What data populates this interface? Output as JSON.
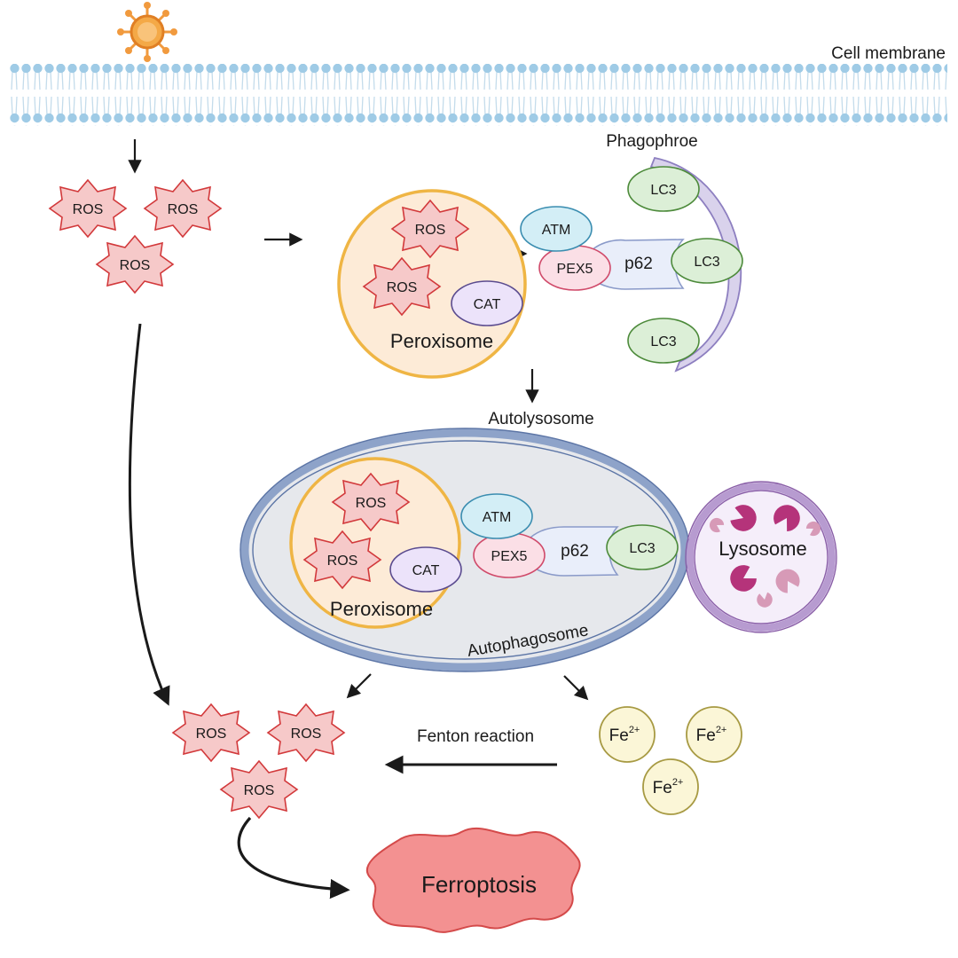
{
  "labels": {
    "cell_membrane": "Cell membrane",
    "phagophore": "Phagophroe",
    "ros": "ROS",
    "peroxisome": "Peroxisome",
    "cat": "CAT",
    "atm": "ATM",
    "pex5": "PEX5",
    "p62": "p62",
    "lc3": "LC3",
    "autolysosome": "Autolysosome",
    "autophagosome": "Autophagosome",
    "lysosome": "Lysosome",
    "fenton_reaction": "Fenton reaction",
    "fe": "Fe",
    "fe_charge": "2+",
    "ferroptosis": "Ferroptosis"
  },
  "colors": {
    "membrane_head": "#9fcbe6",
    "ros_fill": "#f6c9c9",
    "ros_stroke": "#d2393b",
    "peroxisome_fill": "#fdebd7",
    "peroxisome_stroke": "#efb544",
    "cat_fill": "#ece3fa",
    "cat_stroke": "#5a4b8f",
    "atm_fill": "#d3eef6",
    "pex5_fill": "#fbdfe6",
    "p62_fill": "#e9eefa",
    "lc3_fill": "#dcefd7",
    "lc3_stroke": "#4c8a3a",
    "phagophore_fill": "#d9d2ec",
    "autophagosome_fill": "#e6e8ec",
    "autophagosome_stroke": "#7f97c2",
    "lysosome_fill": "#f5eefa",
    "lysosome_stroke": "#8a5fa8",
    "lysosome_enzyme": "#b5337a",
    "fe_fill": "#fbf6d7",
    "fe_stroke": "#a79a43",
    "ferroptosis_fill": "#f39191",
    "ferroptosis_stroke": "#d44a4a",
    "virus": "#f19a3e"
  },
  "icons": [
    "virus-icon",
    "lipid-bilayer",
    "ros-burst-icon",
    "enzyme-pacman-icon"
  ]
}
